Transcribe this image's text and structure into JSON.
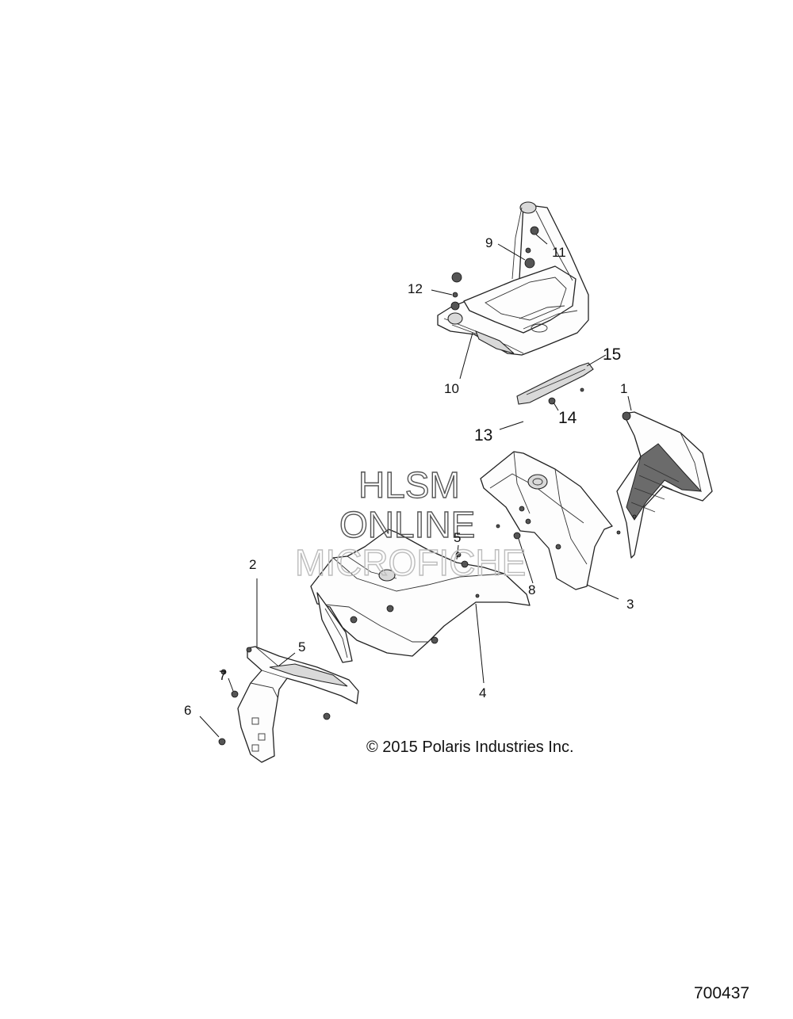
{
  "watermark": {
    "line1": "HLSM",
    "line2": "ONLINE",
    "line3": "MICROFICHE"
  },
  "callouts": {
    "c1": "1",
    "c2": "2",
    "c3": "3",
    "c4": "4",
    "c5a": "5",
    "c5b": "5",
    "c6": "6",
    "c7": "7",
    "c8": "8",
    "c9": "9",
    "c10": "10",
    "c11": "11",
    "c12": "12",
    "c13": "13",
    "c14": "14",
    "c15": "15"
  },
  "copyright": "© 2015 Polaris Industries Inc.",
  "diagram_id": "700437"
}
